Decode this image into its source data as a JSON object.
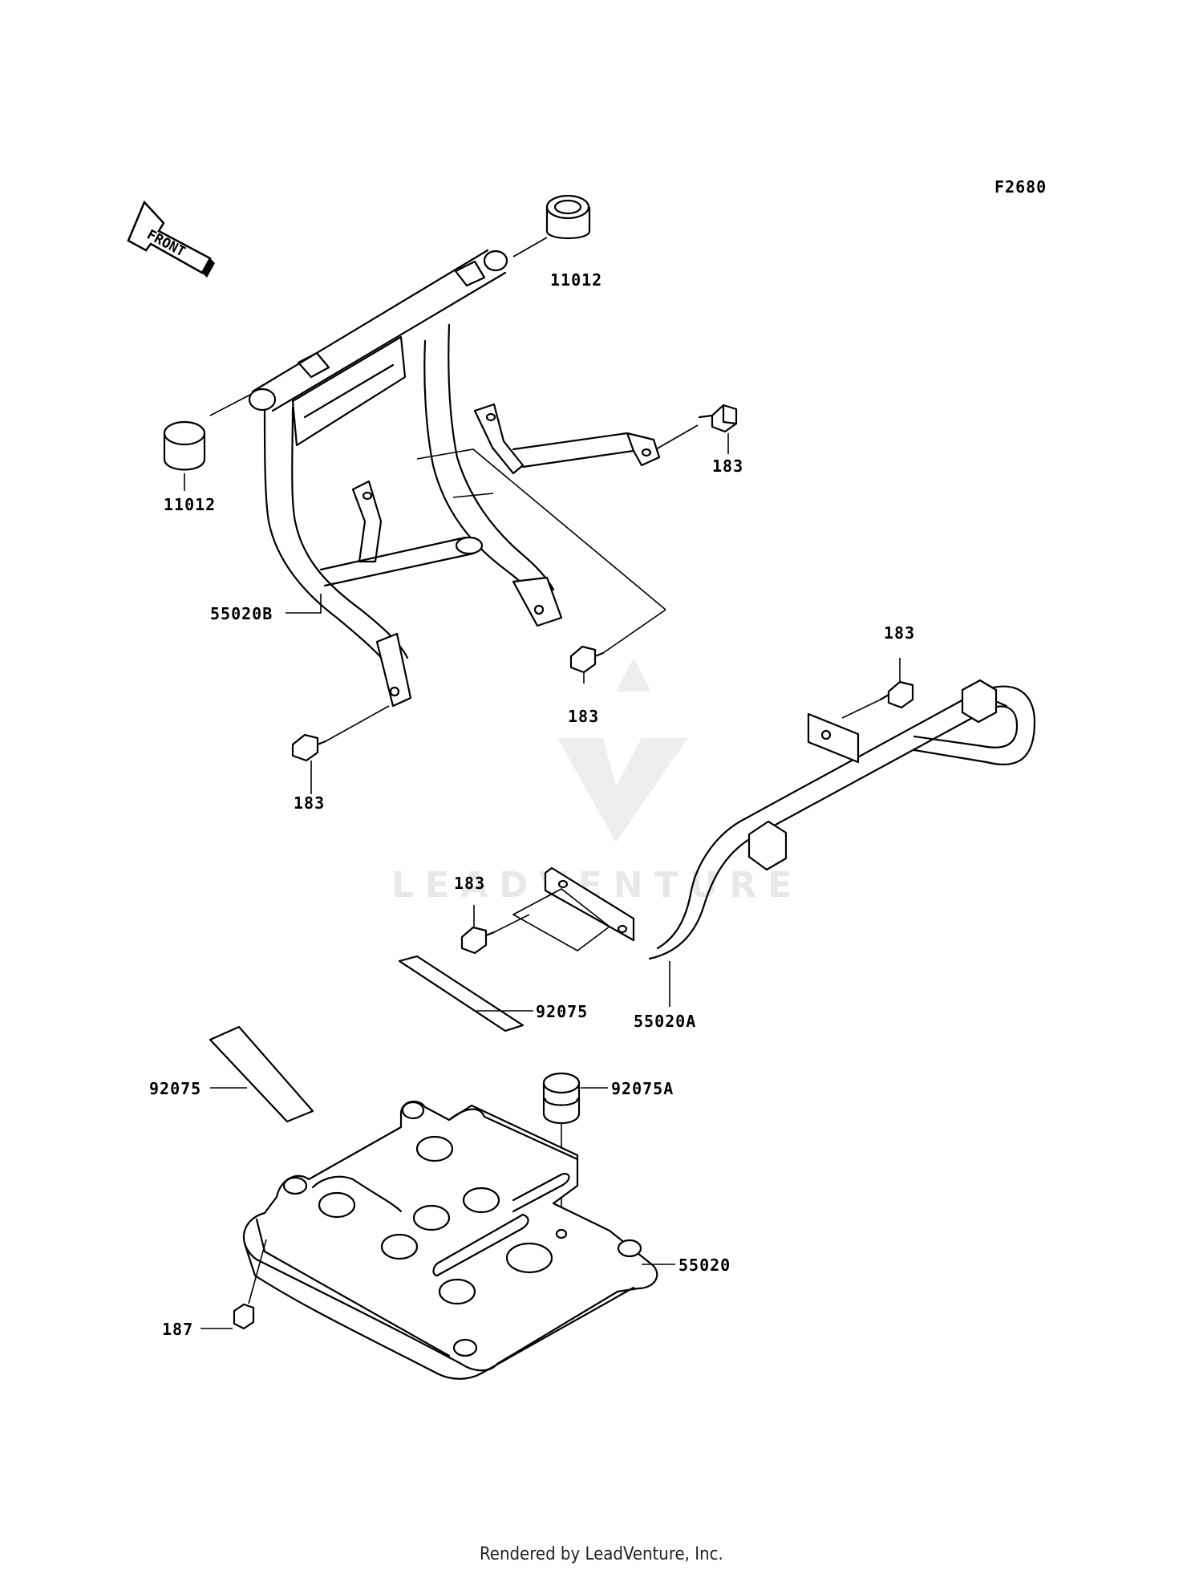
{
  "diagram": {
    "code": "F2680",
    "front_label": "FRONT",
    "watermark_text": "LEADVENTURE",
    "footer": "Rendered by LeadVenture, Inc.",
    "callouts": [
      {
        "id": "c1",
        "text": "11012"
      },
      {
        "id": "c2",
        "text": "11012"
      },
      {
        "id": "c3",
        "text": "183"
      },
      {
        "id": "c4",
        "text": "55020B"
      },
      {
        "id": "c5",
        "text": "183"
      },
      {
        "id": "c6",
        "text": "183"
      },
      {
        "id": "c7",
        "text": "183"
      },
      {
        "id": "c8",
        "text": "183"
      },
      {
        "id": "c9",
        "text": "55020A"
      },
      {
        "id": "c10",
        "text": "92075"
      },
      {
        "id": "c11",
        "text": "92075"
      },
      {
        "id": "c12",
        "text": "92075A"
      },
      {
        "id": "c13",
        "text": "55020"
      },
      {
        "id": "c14",
        "text": "187"
      }
    ]
  }
}
